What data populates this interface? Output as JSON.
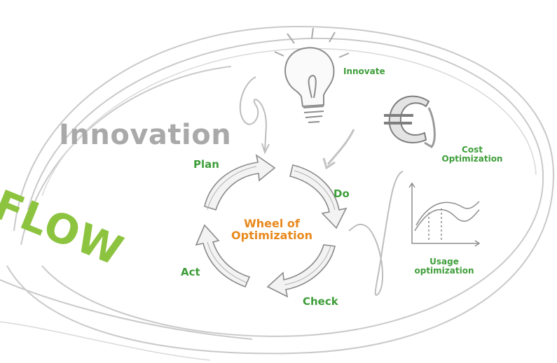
{
  "heading_gray": "Innovation",
  "heading_green": "FLOW",
  "wheel": {
    "title_line1": "Wheel of",
    "title_line2": "Optimization"
  },
  "cycle": {
    "plan": "Plan",
    "do": "Do",
    "check": "Check",
    "act": "Act"
  },
  "inputs": {
    "innovate": "Innovate",
    "cost_line1": "Cost",
    "cost_line2": "Optimization",
    "usage_line1": "Usage",
    "usage_line2": "optimization"
  },
  "colors": {
    "cycle_label": "#3e9e3a",
    "wheel_title": "#e8891d",
    "flow": "#8cc33f",
    "innovation": "#a9a9a9",
    "sketch": "#b5b5b5"
  },
  "icons": [
    "lightbulb-icon",
    "euro-icon",
    "usage-graph-icon"
  ]
}
